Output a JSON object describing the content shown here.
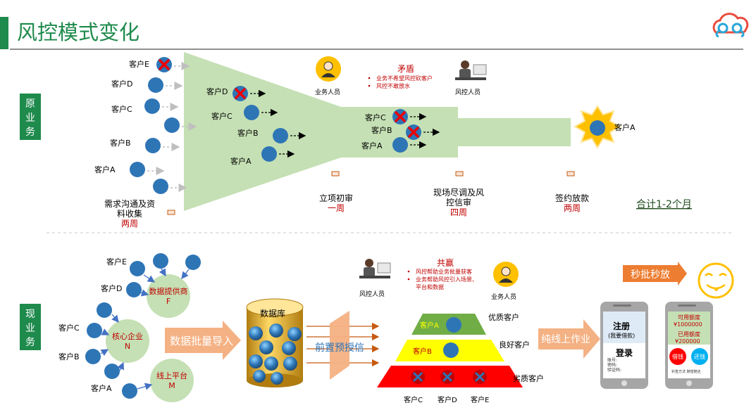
{
  "title": "风控模式变化",
  "section_top": "原业务",
  "section_bottom": "现业务",
  "customers": {
    "a": "客户A",
    "b": "客户B",
    "c": "客户C",
    "d": "客户D",
    "e": "客户E"
  },
  "top": {
    "roles": {
      "sales": "业务人员",
      "risk": "风控人员"
    },
    "conflict": {
      "title": "矛盾",
      "items": [
        "业务不希望风控砍客户",
        "风控不敢放水"
      ]
    },
    "stages": [
      {
        "name_lines": [
          "需求沟通及资",
          "料收集"
        ],
        "duration": "两周"
      },
      {
        "name_lines": [
          "立项初审"
        ],
        "duration": "一周"
      },
      {
        "name_lines": [
          "现场尽调及风",
          "控信审"
        ],
        "duration": "四周"
      },
      {
        "name_lines": [
          "签约放款"
        ],
        "duration": "两周"
      }
    ],
    "total": "合计1-2个月"
  },
  "bottom": {
    "nodes": {
      "provider_lines": [
        "数据提供商",
        "F"
      ],
      "core_lines": [
        "核心企业",
        "N"
      ],
      "online_lines": [
        "线上平台",
        "M"
      ]
    },
    "arrow_import": "数据批量导入",
    "database": "数据库",
    "prequal": "前置预授信",
    "win": {
      "title": "共赢",
      "items": [
        "风控帮助业务批量获客",
        "业务帮助风控引入场景、",
        "平台和数据"
      ]
    },
    "roles": {
      "risk": "风控人员",
      "sales": "业务人员"
    },
    "tiers": {
      "good": "优质客户",
      "fine": "良好客户",
      "poor": "劣质客户"
    },
    "online_op": "纯线上作业",
    "instant": "秒批秒放",
    "phone_left": {
      "reg": "注册",
      "reg_sub": "(我要借款)",
      "login": "登录",
      "fields": [
        "账号:",
        "密码:",
        "验证码:"
      ]
    },
    "phone_right": {
      "avail": "可用额度",
      "avail_val": "¥1000000",
      "used": "已用额度",
      "used_val": "¥200000",
      "borrow": "借钱",
      "repay": "还钱",
      "footer": "补签方法   随借随还"
    }
  },
  "colors": {
    "green_section": "#1e8a4c",
    "funnel": "#c5e0b4",
    "red": "#c00000",
    "blue_dot": "#2e75b6",
    "orange": "#ed7d31"
  }
}
